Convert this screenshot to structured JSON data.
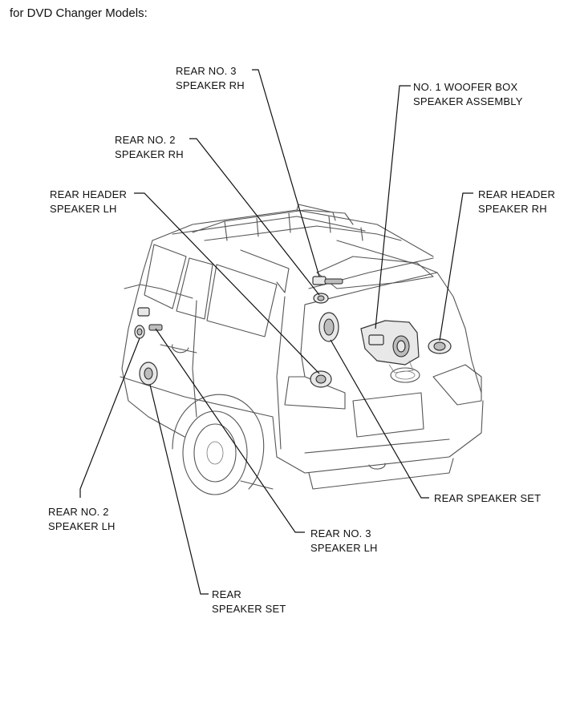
{
  "heading": "for DVD Changer Models:",
  "labels": {
    "rear_no3_rh": [
      "REAR NO. 3",
      "SPEAKER RH"
    ],
    "woofer": [
      "NO. 1 WOOFER BOX",
      "SPEAKER ASSEMBLY"
    ],
    "rear_no2_rh": [
      "REAR NO. 2",
      "SPEAKER RH"
    ],
    "rear_header_lh": [
      "REAR HEADER",
      "SPEAKER LH"
    ],
    "rear_header_rh": [
      "REAR HEADER",
      "SPEAKER RH"
    ],
    "rear_speaker_set_right": [
      "REAR SPEAKER SET"
    ],
    "rear_no2_lh": [
      "REAR NO. 2",
      "SPEAKER LH"
    ],
    "rear_no3_lh": [
      "REAR NO. 3",
      "SPEAKER LH"
    ],
    "rear_speaker_set_left": [
      "REAR",
      "SPEAKER SET"
    ]
  },
  "colors": {
    "line": "#111111",
    "car_outline": "#555555",
    "part_fill": "#e8e8e8"
  }
}
